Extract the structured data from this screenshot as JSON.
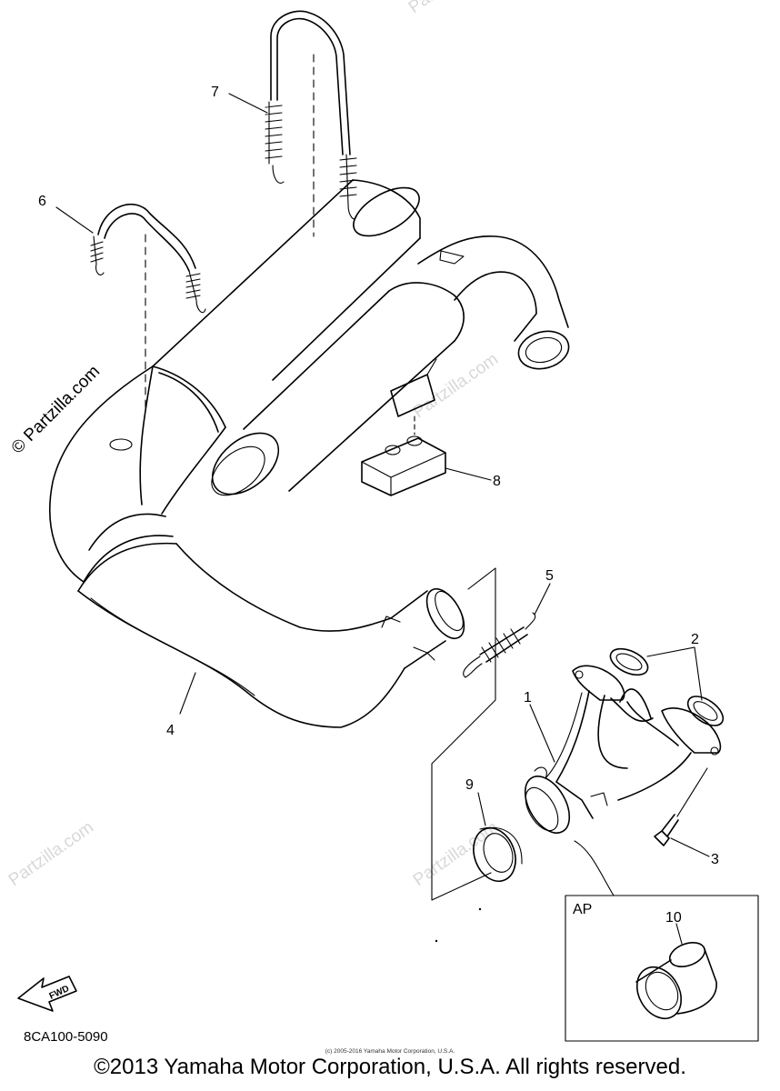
{
  "watermarks": {
    "main": "© Partzilla.com",
    "faint": [
      "Partzilla.com",
      "Partzilla.com",
      "Partzilla.com",
      "Partzilla.com"
    ]
  },
  "callouts": [
    "1",
    "2",
    "3",
    "4",
    "5",
    "6",
    "7",
    "8",
    "9",
    "10"
  ],
  "inset": {
    "label": "AP"
  },
  "fwd_arrow": {
    "label": "FWD"
  },
  "diagram_code": "8CA100-5090",
  "small_copyright": "(c) 2005-2016 Yamaha Motor Corporation, U.S.A.",
  "copyright": "©2013 Yamaha Motor Corporation, U.S.A. All rights reserved.",
  "icons": {
    "fwd_arrow": "arrow-left-icon"
  },
  "colors": {
    "line": "#000000",
    "background": "#ffffff",
    "watermark_faint": "#d8d8d8"
  }
}
